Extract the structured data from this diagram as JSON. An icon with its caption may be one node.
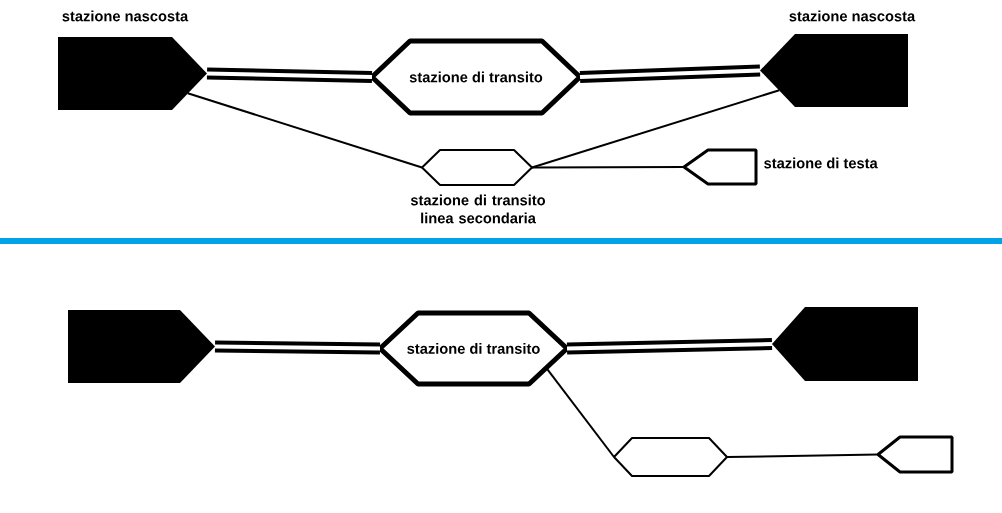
{
  "diagram": {
    "nodes": [
      {
        "text": [
          "stazione nascosta"
        ]
      },
      {
        "text": [
          "stazione di transito"
        ]
      },
      {
        "text": [
          "stazione nascosta"
        ]
      },
      {
        "text": [
          "stazione di transito linea secondaria"
        ]
      },
      {
        "text": [
          "stazione di testa"
        ]
      },
      {
        "text": [],
        "shape": "box"
      },
      {
        "text": [
          "stazione di transito"
        ]
      },
      {
        "text": [],
        "shape": "box"
      },
      {
        "text": [],
        "shape": "hexagon"
      },
      {
        "text": [],
        "shape": "box"
      }
    ],
    "edges": [
      {
        "from": 0,
        "to": 1,
        "arrow": "none",
        "style": "thick"
      },
      {
        "from": 1,
        "to": 2,
        "arrow": "none",
        "style": "thick"
      },
      {
        "from": 0,
        "to": 3,
        "arrow": "none"
      },
      {
        "from": 3,
        "to": 2,
        "arrow": "none"
      },
      {
        "from": 3,
        "to": 4,
        "arrow": "none"
      },
      {
        "from": 5,
        "to": 6,
        "arrow": "none",
        "style": "thick"
      },
      {
        "from": 6,
        "to": 7,
        "arrow": "none",
        "style": "thick"
      },
      {
        "from": 6,
        "to": 8,
        "arrow": "none"
      },
      {
        "from": 8,
        "to": 9,
        "arrow": "none"
      }
    ]
  }
}
